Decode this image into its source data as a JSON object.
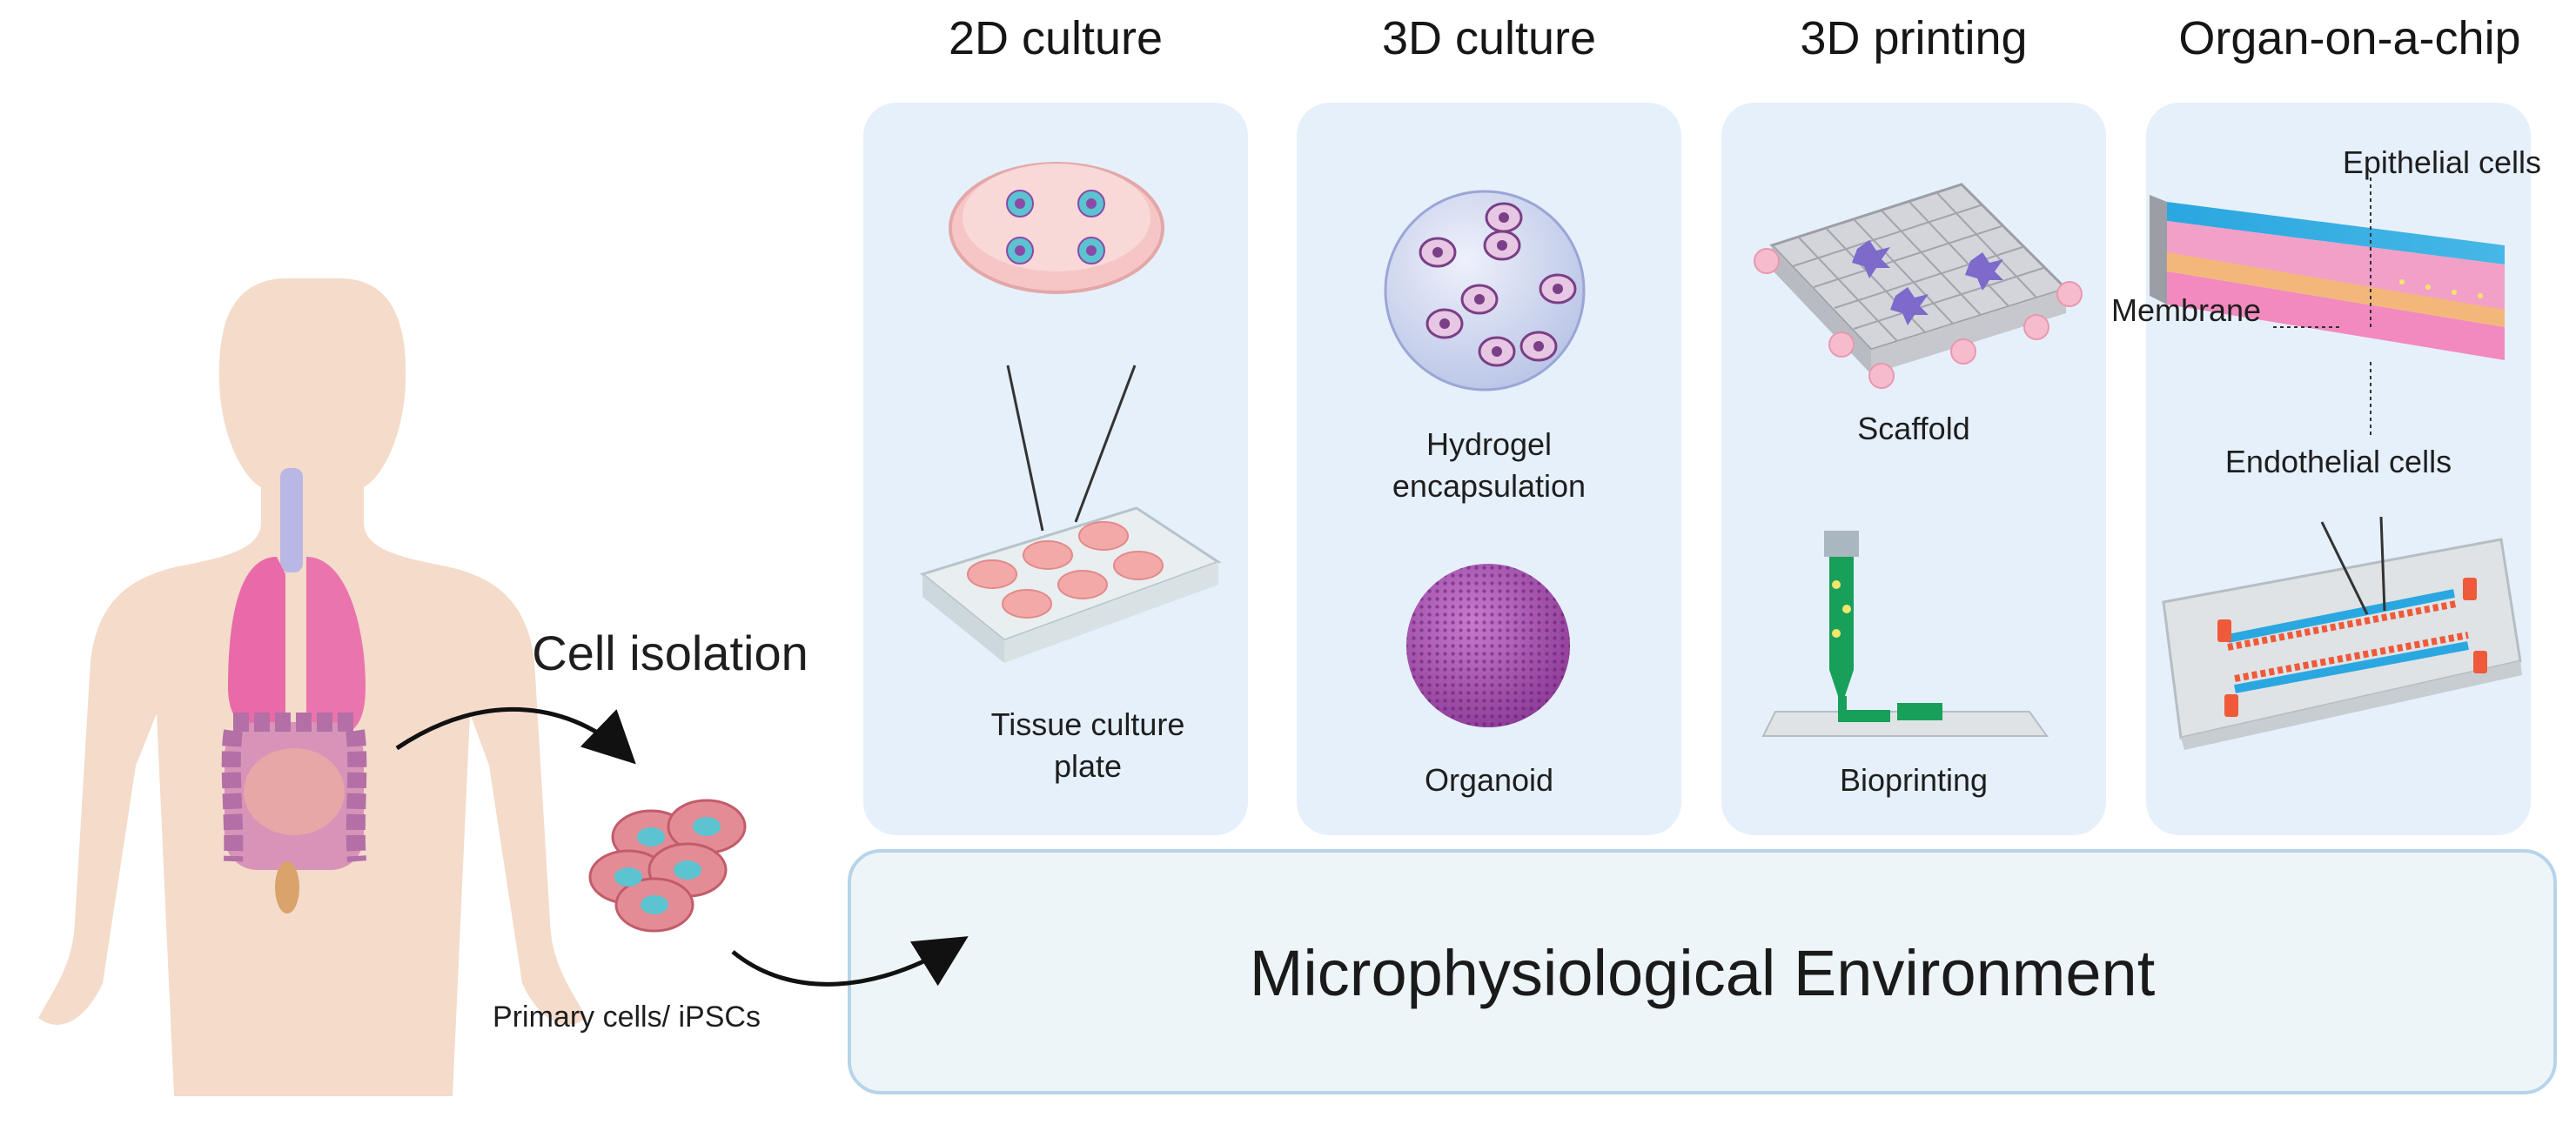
{
  "columns": [
    {
      "title": "2D culture",
      "labels": [
        "Tissue culture",
        "plate"
      ]
    },
    {
      "title": "3D culture",
      "labels": [
        "Hydrogel",
        "encapsulation",
        "Organoid"
      ]
    },
    {
      "title": "3D printing",
      "labels": [
        "Scaffold",
        "Bioprinting"
      ]
    },
    {
      "title": "Organ-on-a-chip",
      "labels": [
        "Epithelial cells",
        "Membrane",
        "Endothelial cells"
      ]
    }
  ],
  "left": {
    "cell_isolation": "Cell isolation",
    "primary_cells": "Primary cells/ iPSCs"
  },
  "bottom": {
    "environment": "Microphysiological Environment"
  },
  "colors": {
    "panel": "#e6f0fb",
    "body_silhouette": "#f3d7c4",
    "lungs": "#e96aa8",
    "cells": "#e38c96",
    "nucleus": "#5cc3d0",
    "bioprint": "#18a05a",
    "chip_blue": "#2aa7e0",
    "chip_red": "#ef5a3a"
  }
}
